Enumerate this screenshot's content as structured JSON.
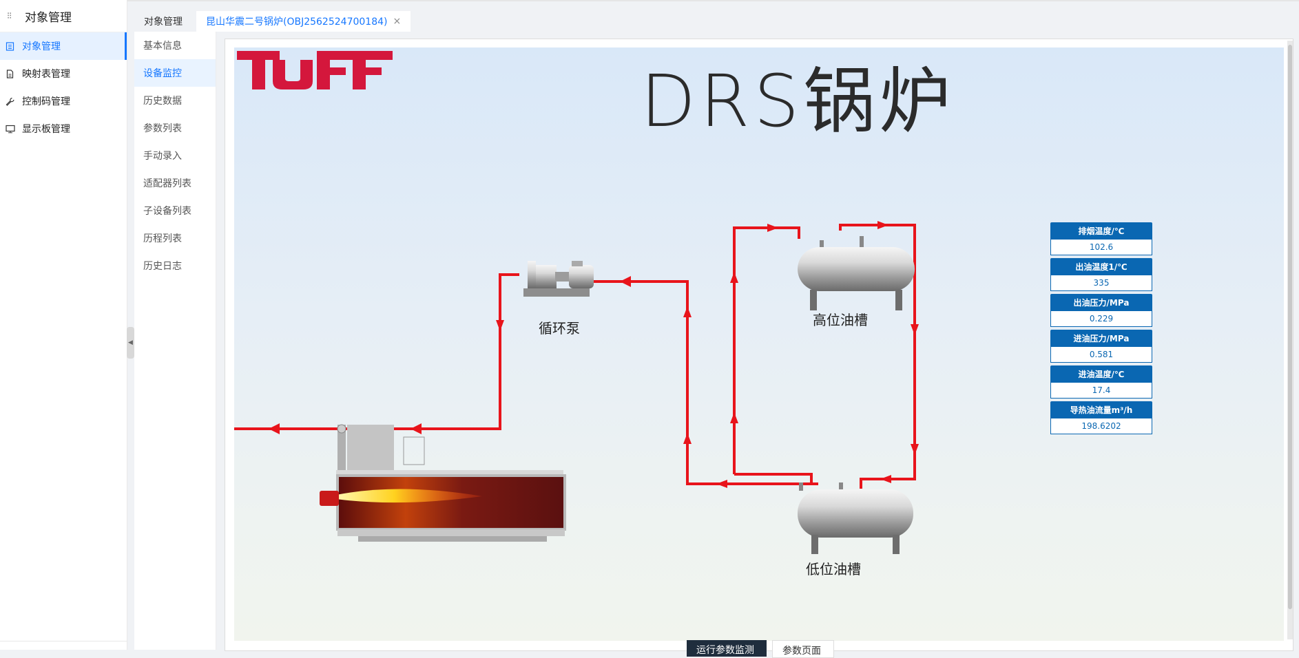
{
  "sidebar": {
    "title": "对象管理",
    "items": [
      {
        "label": "对象管理",
        "icon": "list-icon"
      },
      {
        "label": "映射表管理",
        "icon": "file-icon"
      },
      {
        "label": "控制码管理",
        "icon": "wrench-icon"
      },
      {
        "label": "显示板管理",
        "icon": "monitor-icon"
      }
    ]
  },
  "tabs": [
    {
      "label": "对象管理"
    },
    {
      "label": "昆山华震二号锅炉(OBJ2562524700184)",
      "close": "×"
    }
  ],
  "submenu": {
    "items": [
      {
        "label": "基本信息"
      },
      {
        "label": "设备监控"
      },
      {
        "label": "历史数据"
      },
      {
        "label": "参数列表"
      },
      {
        "label": "手动录入"
      },
      {
        "label": "适配器列表"
      },
      {
        "label": "子设备列表"
      },
      {
        "label": "历程列表"
      },
      {
        "label": "历史日志"
      }
    ]
  },
  "scada": {
    "logo": "TUFF",
    "title": "DRS锅炉",
    "labels": {
      "pump": "循环泵",
      "high_tank": "高位油槽",
      "low_tank": "低位油槽"
    },
    "readings": [
      {
        "label": "排烟温度/℃",
        "value": "102.6"
      },
      {
        "label": "出油温度1/℃",
        "value": "335"
      },
      {
        "label": "出油压力/MPa",
        "value": "0.229"
      },
      {
        "label": "进油压力/MPa",
        "value": "0.581"
      },
      {
        "label": "进油温度/℃",
        "value": "17.4"
      },
      {
        "label": "导热油流量m³/h",
        "value": "198.6202"
      }
    ]
  },
  "bottom_buttons": [
    "运行参数监测",
    "参数页面"
  ],
  "colors": {
    "accent": "#1677ff",
    "pipe": "#e8141b",
    "card": "#0a67b2",
    "logo": "#d4173c"
  }
}
